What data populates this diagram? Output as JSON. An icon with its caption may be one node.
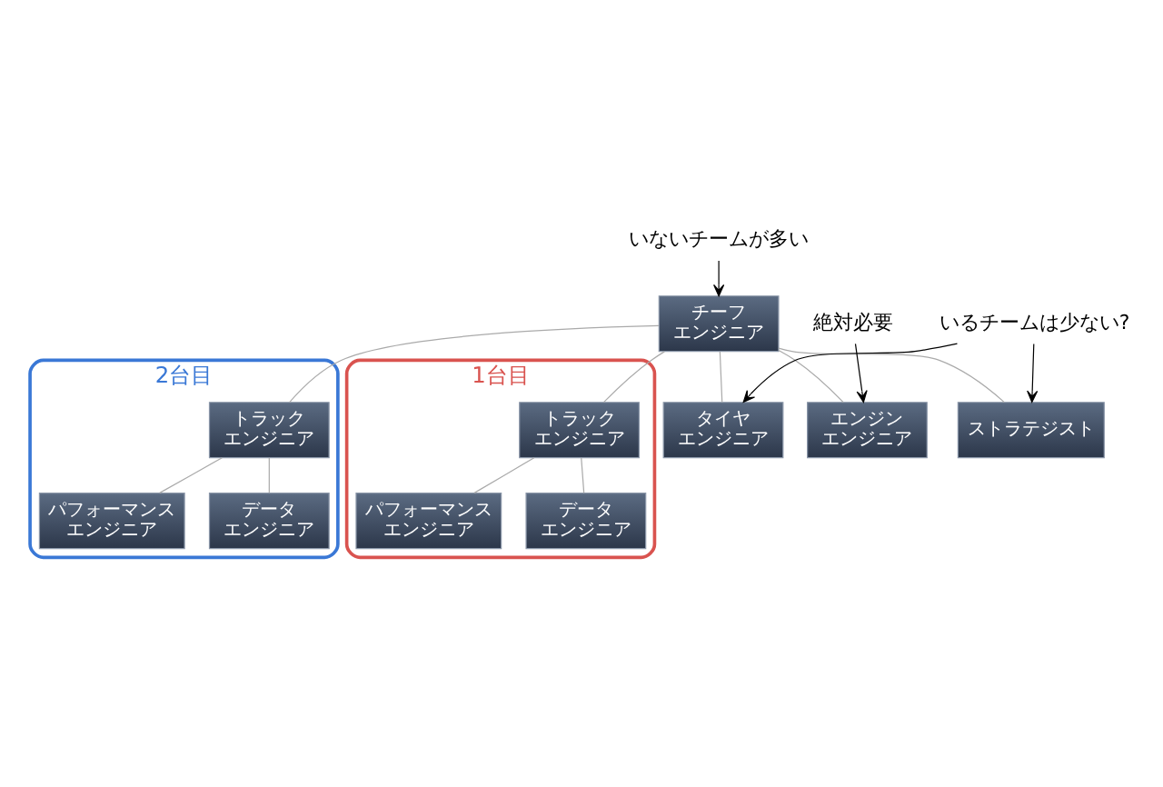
{
  "diagram": {
    "nodes": [
      {
        "text": [
          "チーフ",
          "エンジニア"
        ]
      },
      {
        "text": [
          "1台目"
        ]
      },
      {
        "text": [
          "トラック",
          "エンジニア"
        ],
        "in": 1
      },
      {
        "text": [
          "パフォーマンス",
          "エンジニア"
        ],
        "in": 1
      },
      {
        "text": [
          "データ",
          "エンジニア"
        ],
        "in": 1
      },
      {
        "text": [
          "2台目"
        ]
      },
      {
        "text": [
          "トラック",
          "エンジニア"
        ],
        "in": 5
      },
      {
        "text": [
          "パフォーマンス",
          "エンジニア"
        ],
        "in": 5
      },
      {
        "text": [
          "データ",
          "エンジニア"
        ],
        "in": 5
      },
      {
        "text": [
          "タイヤ",
          "エンジニア"
        ]
      },
      {
        "text": [
          "エンジン",
          "エンジニア"
        ]
      },
      {
        "text": [
          "ストラテジスト"
        ]
      },
      {
        "text": [
          "いないチームが多い"
        ]
      },
      {
        "text": [
          "絶対必要"
        ]
      },
      {
        "text": [
          "いるチームは少ない?"
        ]
      }
    ],
    "edges": [
      {
        "from": 0,
        "to": 2,
        "arrow": "none"
      },
      {
        "from": 0,
        "to": 6,
        "arrow": "none"
      },
      {
        "from": 0,
        "to": 9,
        "arrow": "none"
      },
      {
        "from": 0,
        "to": 10,
        "arrow": "none"
      },
      {
        "from": 0,
        "to": 11,
        "arrow": "none"
      },
      {
        "from": 2,
        "to": 3,
        "arrow": "none"
      },
      {
        "from": 2,
        "to": 4,
        "arrow": "none"
      },
      {
        "from": 6,
        "to": 7,
        "arrow": "none"
      },
      {
        "from": 6,
        "to": 8,
        "arrow": "none"
      },
      {
        "from": 12,
        "to": 0,
        "arrow": "to",
        "color": "#000000"
      },
      {
        "from": 13,
        "to": 10,
        "arrow": "to",
        "color": "#000000"
      },
      {
        "from": 14,
        "to": 9,
        "arrow": "to",
        "color": "#000000"
      },
      {
        "from": 14,
        "to": 11,
        "arrow": "to",
        "color": "#000000"
      }
    ]
  }
}
